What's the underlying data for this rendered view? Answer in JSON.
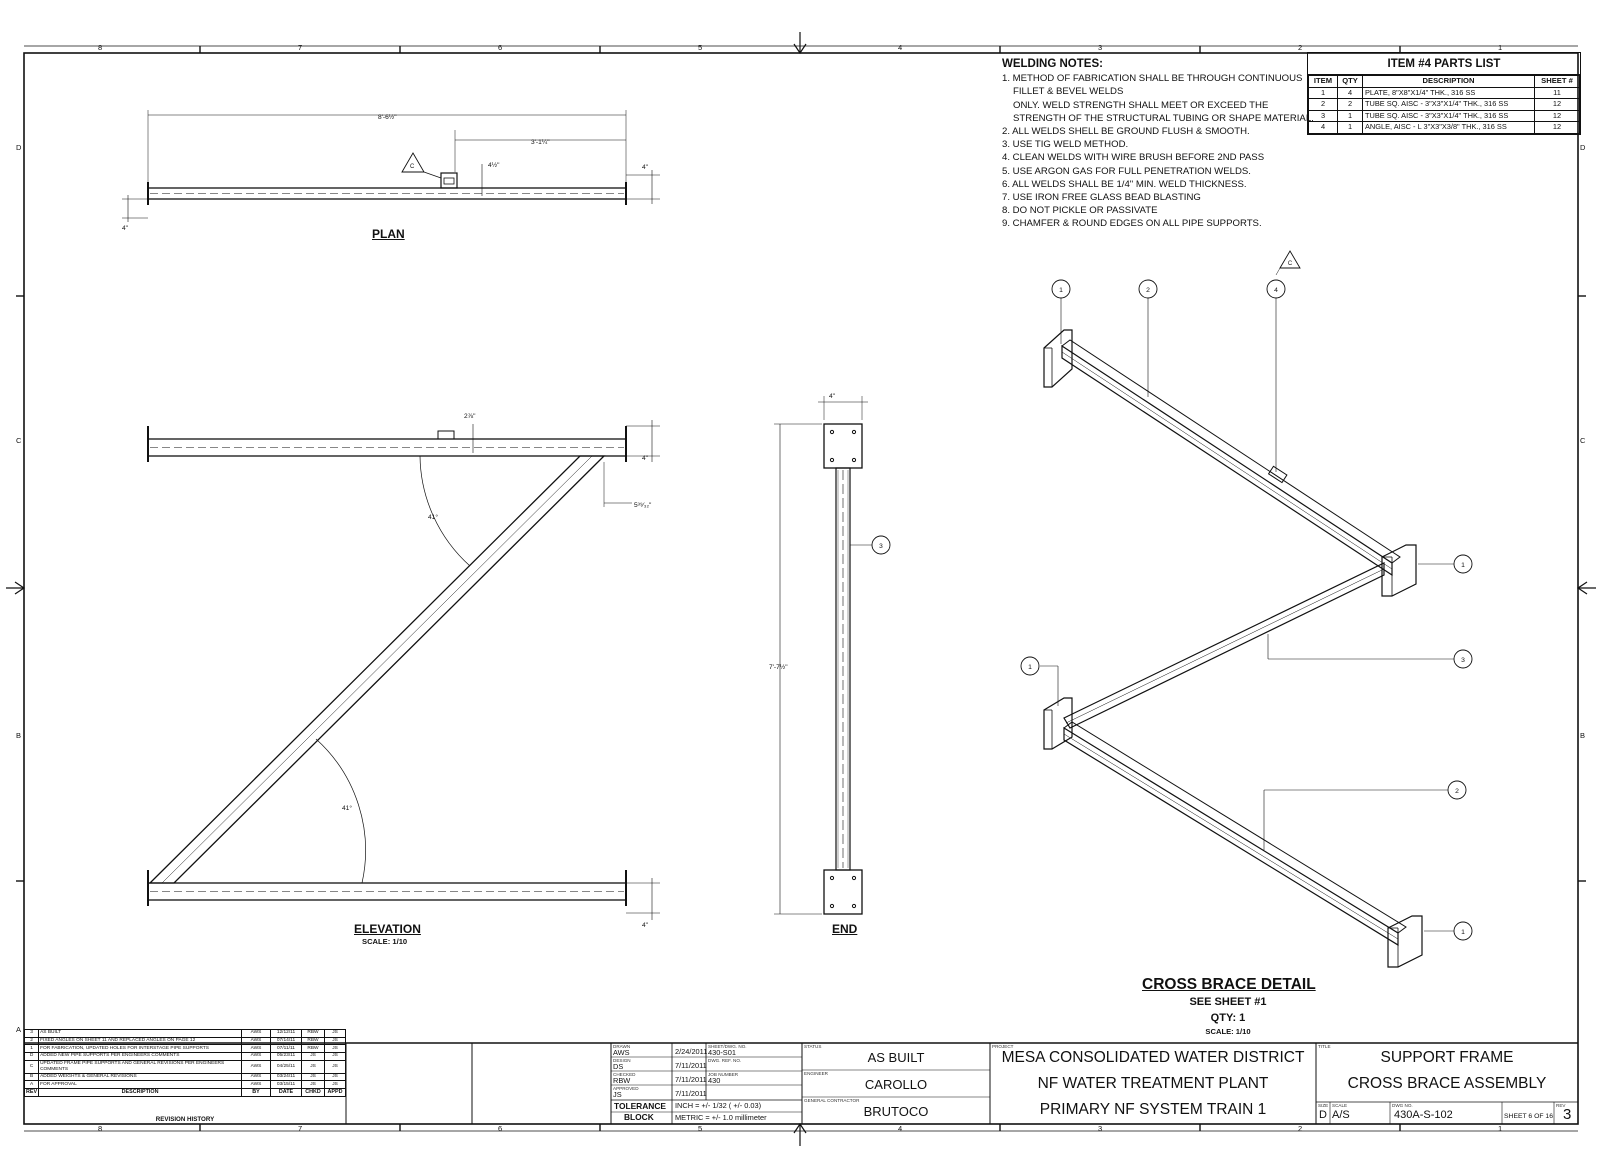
{
  "border": {
    "cols_top": [
      "8",
      "7",
      "6",
      "5",
      "4",
      "3",
      "2",
      "1"
    ],
    "rows_side": [
      "D",
      "C",
      "B",
      "A"
    ]
  },
  "views": {
    "plan_label": "PLAN",
    "elevation_label": "ELEVATION",
    "elevation_scale": "SCALE: 1/10",
    "end_label": "END",
    "detail_title": "CROSS BRACE DETAIL",
    "detail_see": "SEE SHEET #1",
    "detail_qty": "QTY: 1",
    "detail_scale": "SCALE: 1/10"
  },
  "dims": {
    "plan_overall": "8'-6½\"",
    "plan_offset": "3'-1¼\"",
    "plan_tab": "4½\"",
    "plan_height": "4\"",
    "plan_left": "4\"",
    "elev_tab": "2⅞\"",
    "elev_top": "4\"",
    "elev_right": "5³⁹⁄₃₂\"",
    "elev_bottom": "4\"",
    "angle_top": "41°",
    "angle_bottom": "41°",
    "end_width": "4\"",
    "end_height": "7'-7½\""
  },
  "callouts": {
    "weld_symbol": "C",
    "balloons": [
      "1",
      "2",
      "4",
      "1",
      "3",
      "1",
      "2",
      "1",
      "3"
    ]
  },
  "welding_notes": {
    "title": "WELDING NOTES:",
    "lines": [
      "1. METHOD OF FABRICATION SHALL BE THROUGH CONTINUOUS",
      "    FILLET & BEVEL WELDS",
      "    ONLY.  WELD STRENGTH SHALL MEET OR EXCEED THE",
      "    STRENGTH OF THE STRUCTURAL TUBING OR SHAPE MATERIAL.",
      "2. ALL WELDS SHELL BE GROUND FLUSH & SMOOTH.",
      "3. USE TIG WELD METHOD.",
      "4. CLEAN WELDS WITH WIRE BRUSH BEFORE 2ND PASS",
      "5. USE ARGON GAS FOR FULL PENETRATION WELDS.",
      "6. ALL WELDS SHALL BE 1/4\" MIN. WELD THICKNESS.",
      "7. USE IRON FREE GLASS BEAD BLASTING",
      "8. DO NOT PICKLE OR PASSIVATE",
      "9. CHAMFER & ROUND EDGES ON ALL PIPE SUPPORTS."
    ]
  },
  "parts_list": {
    "title": "ITEM #4 PARTS LIST",
    "headers": [
      "ITEM",
      "QTY",
      "DESCRIPTION",
      "SHEET #"
    ],
    "rows": [
      [
        "1",
        "4",
        "PLATE, 8\"X8\"X1/4\" THK., 316 SS",
        "11"
      ],
      [
        "2",
        "2",
        "TUBE SQ. AISC - 3\"X3\"X1/4\" THK., 316 SS",
        "12"
      ],
      [
        "3",
        "1",
        "TUBE SQ. AISC - 3\"X3\"X1/4\" THK., 316 SS",
        "12"
      ],
      [
        "4",
        "1",
        "ANGLE, AISC - L 3\"X3\"X3/8\" THK., 316 SS",
        "12"
      ]
    ]
  },
  "revision_history": {
    "title": "REVISION HISTORY",
    "headers": [
      "REV",
      "DESCRIPTION",
      "BY",
      "DATE",
      "CHKD",
      "APPD"
    ],
    "rows": [
      [
        "3",
        "AS BUILT",
        "AWS",
        "12/12/11",
        "RBW",
        "JS"
      ],
      [
        "2",
        "FIXED ANGLES ON SHEET 11 AND REPLACED ANGLES ON PAGE 12",
        "AWS",
        "07/14/11",
        "RBW",
        "JS"
      ],
      [
        "1",
        "FOR FABRICATION, UPDATED HOLES FOR INTERSTAGE PIPE SUPPORTS",
        "AWS",
        "07/11/11",
        "RBW",
        "JS"
      ],
      [
        "D",
        "ADDED NEW PIPE SUPPORTS PER ENGINEERS COMMENTS",
        "AWS",
        "05/23/11",
        "JS",
        "JS"
      ],
      [
        "C",
        "UPDATED FRAME PIPE SUPPORTS AND GENERAL REVISIONS PER ENGINEERS COMMENTS",
        "AWS",
        "04/25/11",
        "JS",
        "JS"
      ],
      [
        "B",
        "ADDED WEIGHTS & GENERAL REVISIONS",
        "AWS",
        "03/24/11",
        "JS",
        "JS"
      ],
      [
        "A",
        "FOR APPROVAL",
        "AWS",
        "03/15/11",
        "JS",
        "JS"
      ]
    ]
  },
  "title_block": {
    "drawn_label": "DRAWN",
    "drawn_by": "AWS",
    "drawn_date": "2/24/2011",
    "ds_label": "DESIGN",
    "ds_by": "DS",
    "ds_date": "7/11/2011",
    "chk_label": "CHECKED",
    "chk_by": "RBW",
    "chk_date": "7/11/2011",
    "appd_label": "APPROVED",
    "appd_by": "JS",
    "appd_date": "7/11/2011",
    "proj_label": "SHEET/DWG. NO.",
    "proj_no": "430-S01",
    "ref_label": "DWG. REF. NO.",
    "job_label": "JOB NUMBER",
    "job_no": "430",
    "tolerance_label_1": "TOLERANCE",
    "tolerance_label_2": "BLOCK",
    "tol_inch": "INCH = +/- 1/32 ( +/- 0.03)",
    "tol_metric": "METRIC = +/- 1.0 millimeter",
    "status_label": "STATUS",
    "status": "AS BUILT",
    "engineer_label": "ENGINEER",
    "engineer": "CAROLLO",
    "contractor_label": "GENERAL CONTRACTOR",
    "contractor": "BRUTOCO",
    "project_label": "PROJECT",
    "project_1": "MESA CONSOLIDATED WATER DISTRICT",
    "project_2": "NF WATER TREATMENT PLANT",
    "project_3": "PRIMARY NF SYSTEM TRAIN 1",
    "title_label": "TITLE",
    "title_1": "SUPPORT FRAME",
    "title_2": "CROSS BRACE ASSEMBLY",
    "size_label": "SIZE",
    "size": "D",
    "scale_label": "SCALE",
    "scale": "A/S",
    "dwg_label": "DWG NO.",
    "dwg_no": "430A-S-102",
    "sheet_text": "SHEET 6 OF 16",
    "rev_label": "REV",
    "rev": "3"
  }
}
